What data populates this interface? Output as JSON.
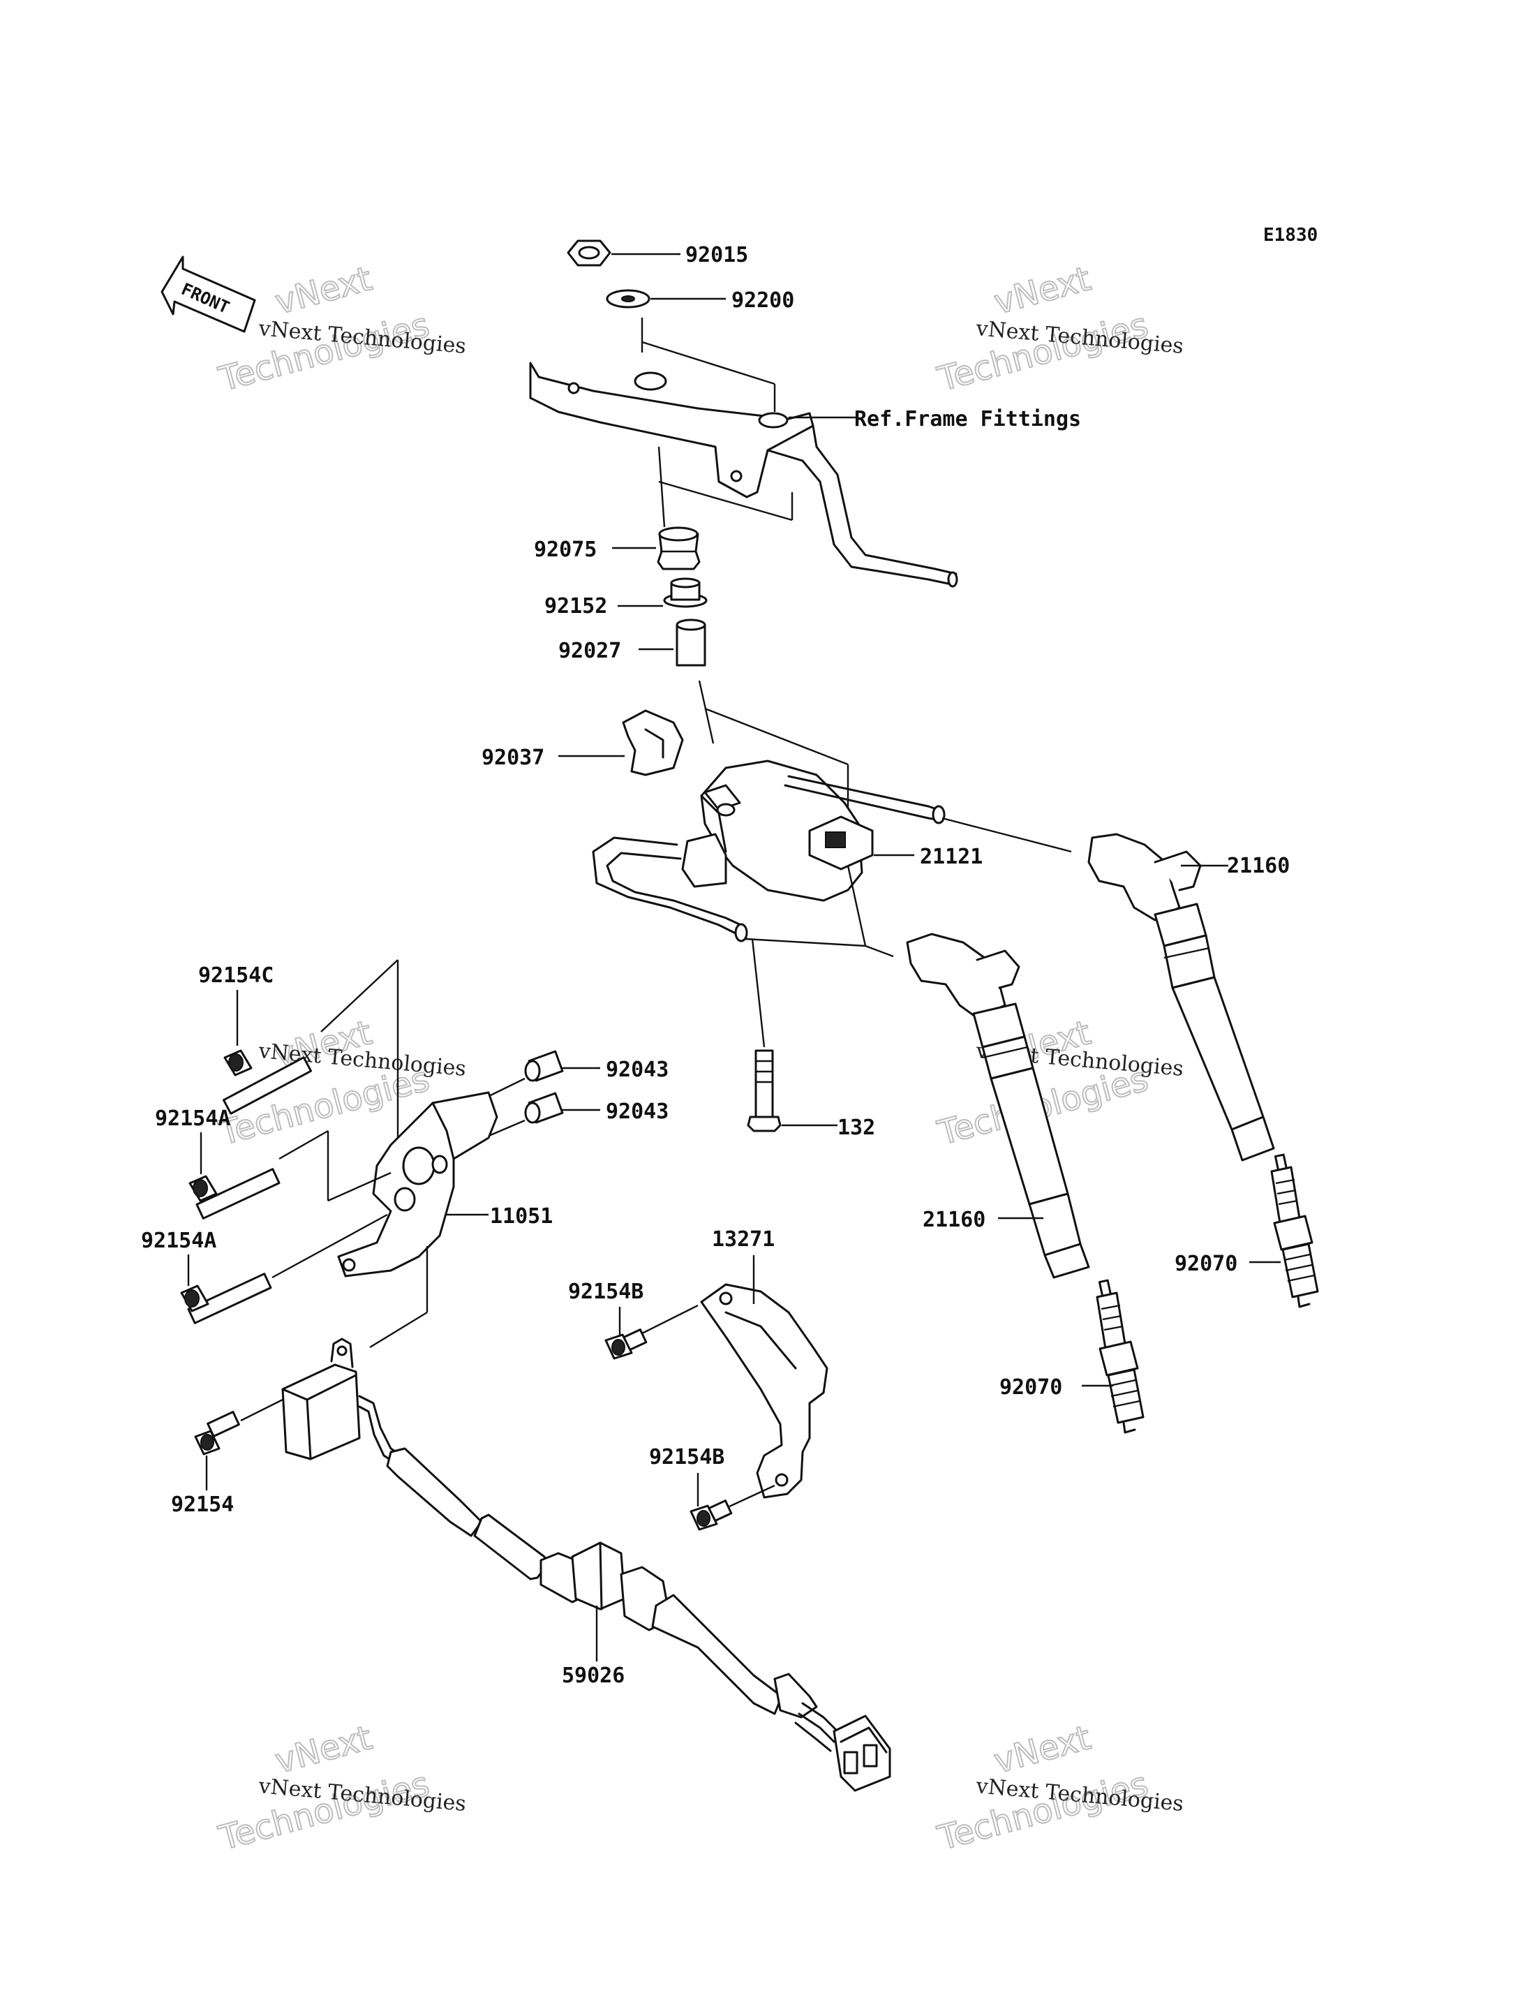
{
  "diagram_code": "E1830",
  "front_marker": "FRONT",
  "watermark": {
    "line1": "vNext",
    "line2": "vNext Technologies",
    "line3": "Technologies"
  },
  "callouts": {
    "p92015": "92015",
    "p92200": "92200",
    "ref_frame": "Ref.Frame Fittings",
    "p92075": "92075",
    "p92152": "92152",
    "p92027": "92027",
    "p92037": "92037",
    "p21121": "21121",
    "p21160_right": "21160",
    "p21160_left": "21160",
    "p92154C": "92154C",
    "p92043_a": "92043",
    "p92043_b": "92043",
    "p92154A_a": "92154A",
    "p92154A_b": "92154A",
    "p132": "132",
    "p11051": "11051",
    "p13271": "13271",
    "p92154B_a": "92154B",
    "p92154B_b": "92154B",
    "p92070_right": "92070",
    "p92070_left": "92070",
    "p92154": "92154",
    "p59026": "59026"
  }
}
